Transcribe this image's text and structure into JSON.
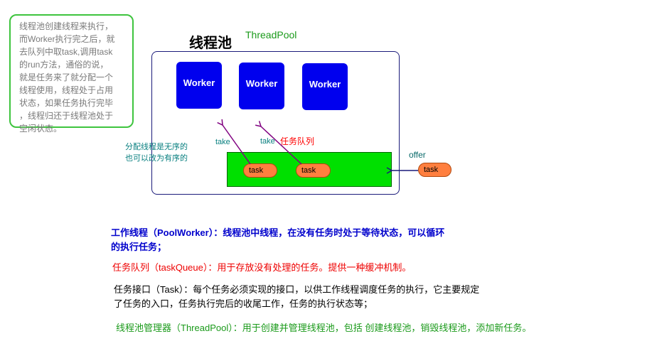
{
  "note": {
    "lines": [
      "线程池创建线程来执行，",
      "而Worker执行完之后，就",
      "去队列中取task,调用task",
      "的run方法，通俗的说，",
      "就是任务来了就分配一个",
      "线程使用，线程处于占用",
      "状态，如果任务执行完毕",
      "，线程归还于线程池处于",
      "空闲状态。"
    ]
  },
  "pool": {
    "title_cn": "线程池",
    "title_en": "ThreadPool",
    "workers": [
      "Worker",
      "Worker",
      "Worker"
    ],
    "take_labels": [
      "take",
      "take"
    ],
    "queue_label": "任务队列",
    "queue_tasks": [
      "task",
      "task"
    ],
    "assign_note": [
      "分配线程是无序的",
      "也可以改为有序的"
    ]
  },
  "offer": {
    "label": "offer",
    "task": "task"
  },
  "definitions": {
    "worker_lines": [
      "工作线程（PoolWorker）：线程池中线程，在没有任务时处于等待状态，可以循环",
      "的执行任务；"
    ],
    "queue": "任务队列（taskQueue）：用于存放没有处理的任务。提供一种缓冲机制。",
    "task_lines": [
      "任务接口（Task）：每个任务必须实现的接口，以供工作线程调度任务的执行，它主要规定",
      "了任务的入口，任务执行完后的收尾工作，任务的执行状态等；"
    ],
    "pool": "线程池管理器（ThreadPool）：用于创建并管理线程池，包括 创建线程池，销毁线程池，添加新任务。"
  },
  "colors": {
    "worker": "#0000ee",
    "queue": "#00e000",
    "task": "#ff7f3f",
    "note_border": "#3ec43e",
    "arrow_take": "#800080",
    "arrow_offer": "#1a1a7a"
  }
}
